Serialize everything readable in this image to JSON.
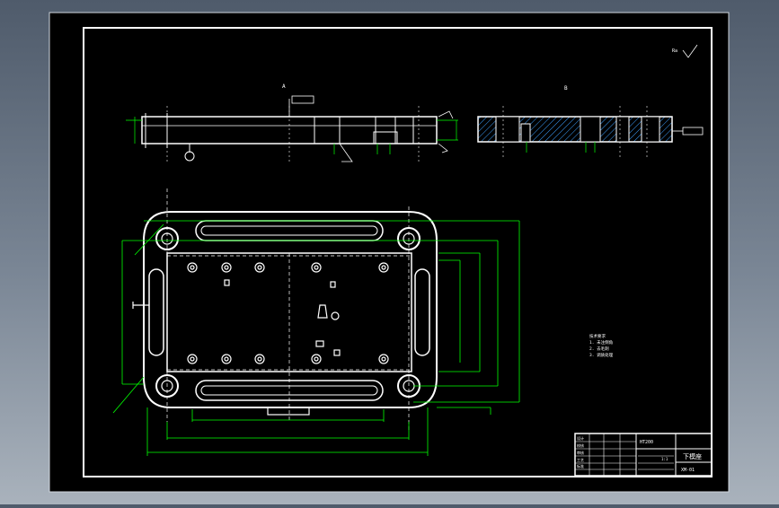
{
  "colors": {
    "background": "#000000",
    "outline": "#ffffff",
    "dimension": "#00ff00",
    "border": "#ffffff"
  },
  "drawing": {
    "label_top_view": "A",
    "label_section": "B",
    "roughness_note": "Ra",
    "notes": [
      "技术要求",
      "1. 未注倒角",
      "2. 去毛刺",
      "3. 调质处理"
    ],
    "title_block": {
      "part_name": "下模座",
      "drawing_no": "XM-01",
      "scale": "1:1",
      "material": "HT200",
      "rows": [
        "设计",
        "校核",
        "审核",
        "工艺",
        "标准"
      ]
    }
  }
}
